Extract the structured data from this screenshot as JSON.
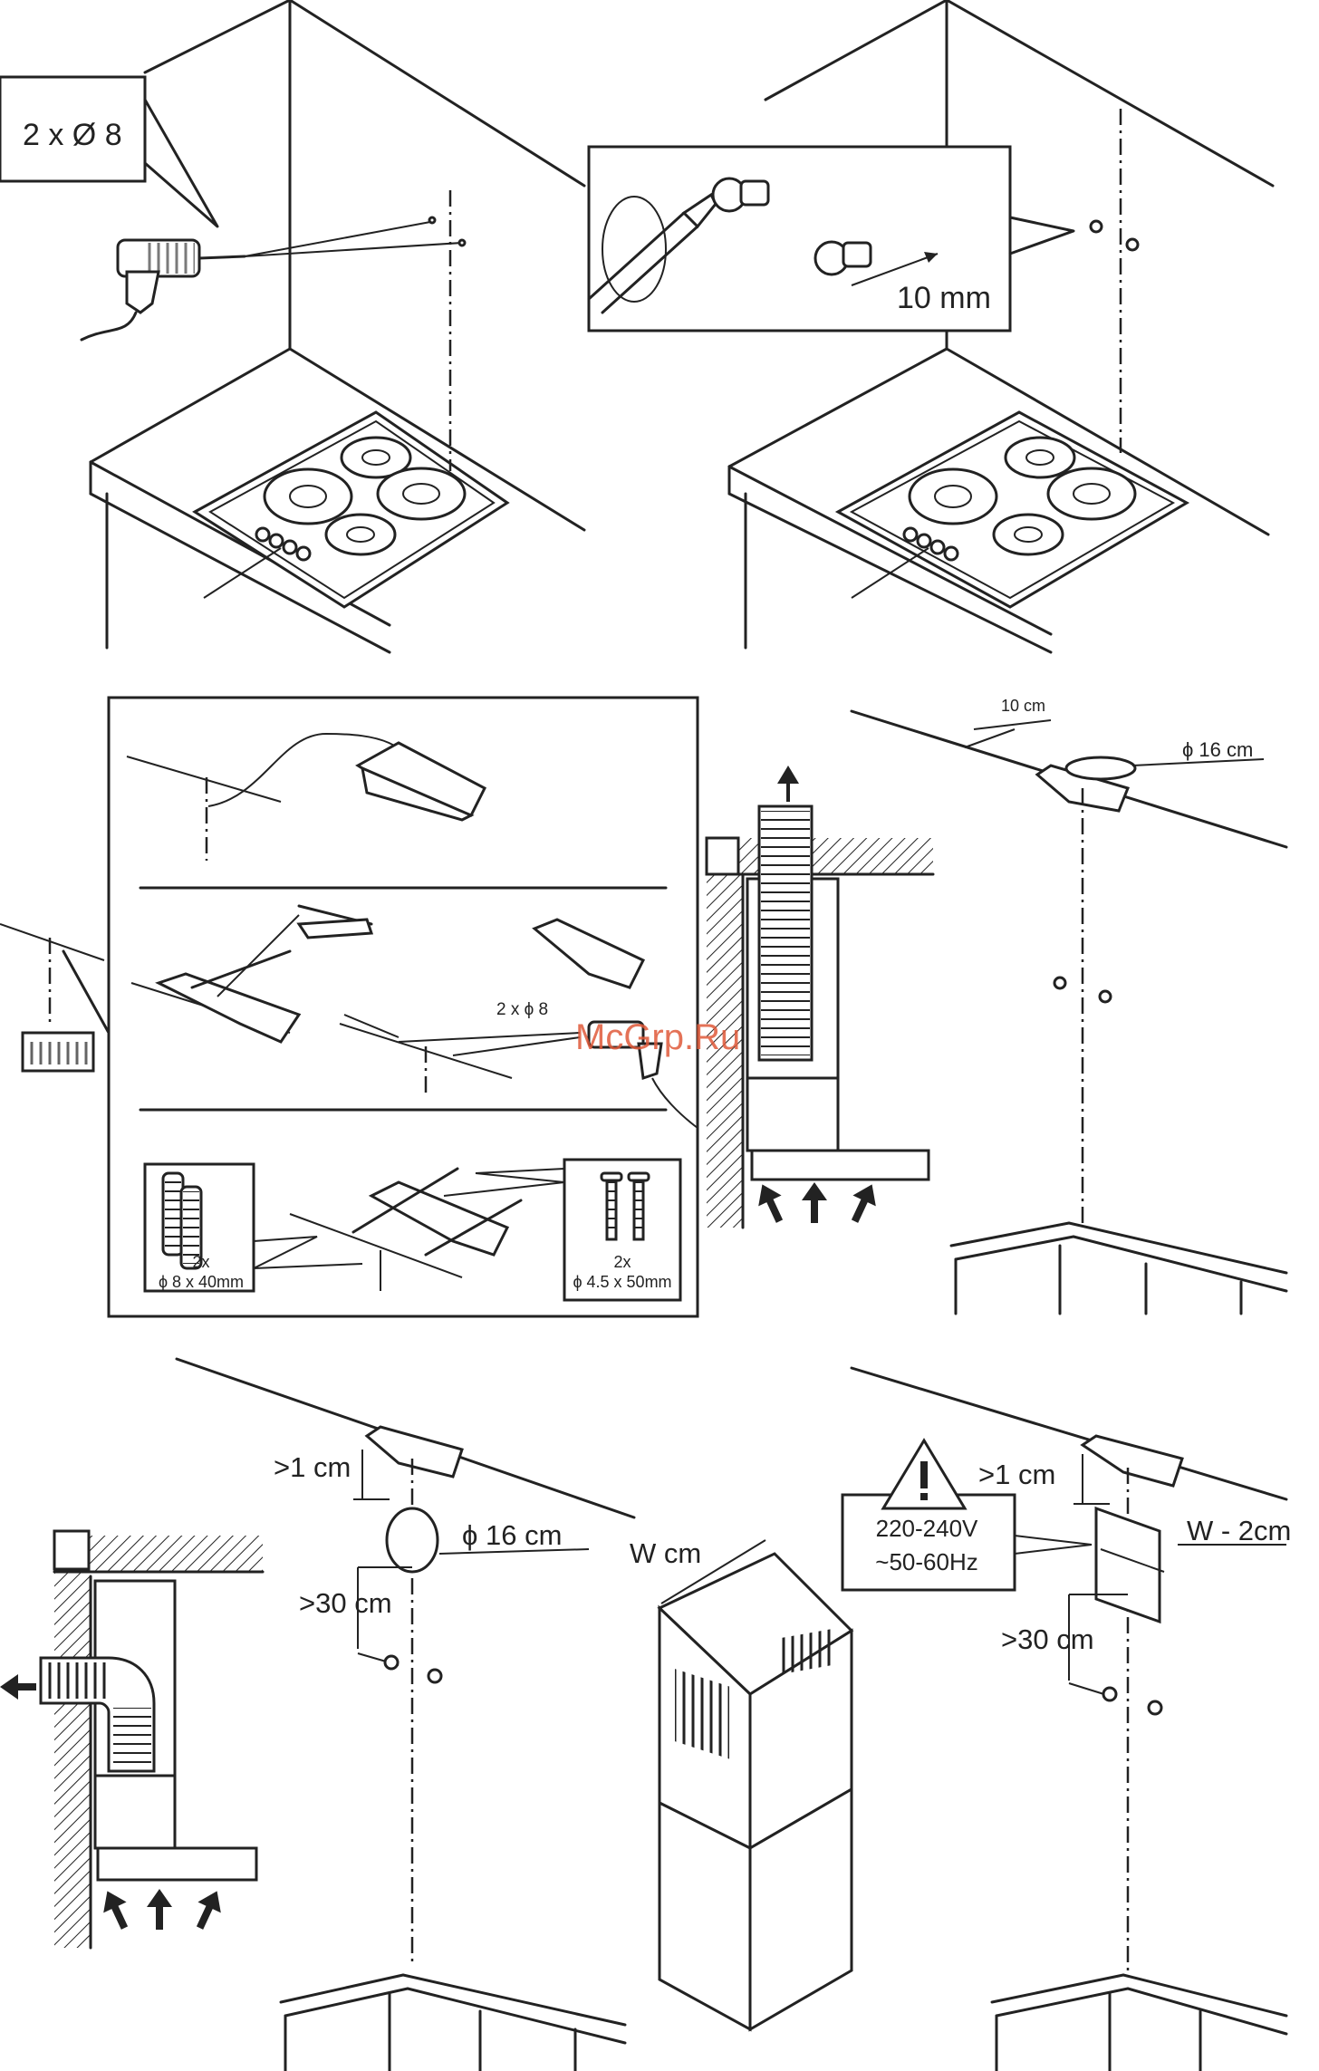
{
  "labels": {
    "drill_spec": "2 x Ø 8",
    "screw_gap": "10 mm",
    "dim_10cm": "10 cm",
    "dim_d16_small": "ϕ 16 cm",
    "drill_2x8": "2 x ϕ 8",
    "plugs_qty": "2x",
    "plugs_spec": "ϕ 8 x 40mm",
    "screws_qty": "2x",
    "screws_spec": "ϕ 4.5 x 50mm",
    "watermark": "McGrp.Ru",
    "gt1_left": ">1 cm",
    "d16_large": "ϕ 16 cm",
    "gt30_left": ">30 cm",
    "w_cm": "W cm",
    "voltage": "220-240V",
    "freq": "~50-60Hz",
    "gt1_right": ">1 cm",
    "w_minus": "W - 2cm",
    "gt30_right": ">30 cm"
  },
  "icons": [
    "drill-icon",
    "screwdriver-icon",
    "wall-plug-icon",
    "screw-icon",
    "warning-triangle-icon",
    "air-flow-arrow-icon"
  ]
}
